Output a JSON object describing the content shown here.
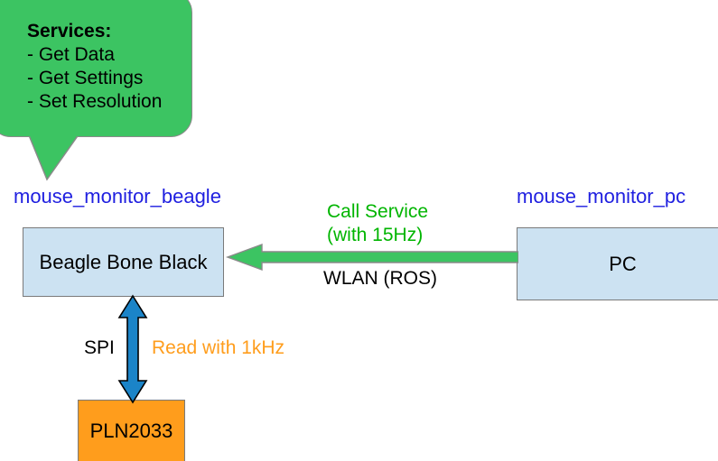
{
  "callout": {
    "title": "Services:",
    "items": [
      "- Get Data",
      "- Get Settings",
      "- Set Resolution"
    ],
    "color": "#3cc462"
  },
  "nodes": {
    "beagle_label": "mouse_monitor_beagle",
    "pc_label": "mouse_monitor_pc",
    "beagle_box": "Beagle Bone Black",
    "pc_box": "PC",
    "pln_box": "PLN2033",
    "label_color": "#2020e0",
    "box_fill": "#cce2f2",
    "pln_fill": "#ff9d1c"
  },
  "edges": {
    "call_service_line1": "Call Service",
    "call_service_line2": "(with 15Hz)",
    "call_service_color": "#00b500",
    "wlan": "WLAN (ROS)",
    "spi": "SPI",
    "read_rate": "Read with 1kHz",
    "read_rate_color": "#ff9d1c",
    "horizontal_arrow_color": "#3cc462",
    "vertical_arrow_color": "#1b84c8"
  }
}
